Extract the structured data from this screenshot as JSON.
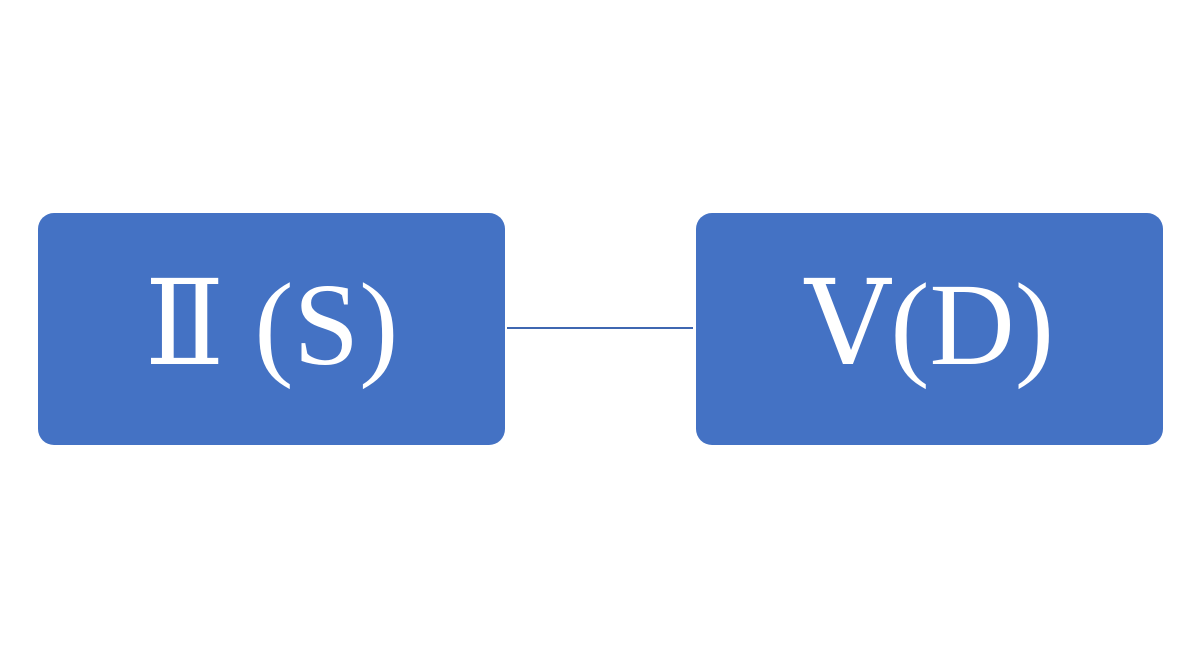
{
  "diagram": {
    "nodes": [
      {
        "id": "node-1",
        "label": "Ⅱ (S)"
      },
      {
        "id": "node-2",
        "label": "Ⅴ(D)"
      }
    ],
    "edges": [
      {
        "from": "node-1",
        "to": "node-2",
        "directed": false
      }
    ]
  },
  "colors": {
    "node_fill": "#4472c4",
    "node_text": "#ffffff",
    "connector": "#3f67b1",
    "background": "#ffffff"
  }
}
